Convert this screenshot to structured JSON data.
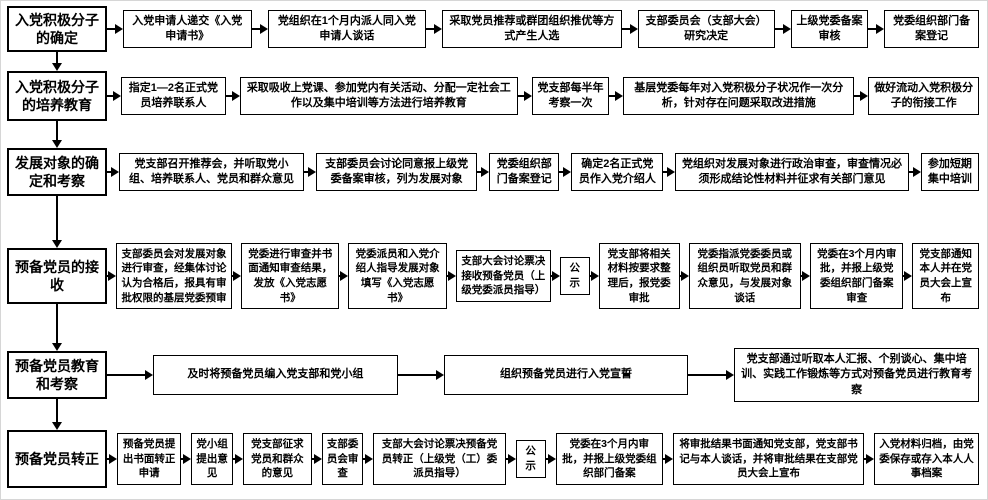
{
  "diagram": {
    "type": "flowchart",
    "line_color": "#000000",
    "background": "#ffffff",
    "rows": [
      {
        "stage": "入党积极分子的确定",
        "steps": [
          "入党申请人递交《入党申请书》",
          "党组织在1个月内派人同入党申请人谈话",
          "采取党员推荐或群团组织推优等方式产生人选",
          "支部委员会（支部大会）研究决定",
          "上级党委备案审核",
          "党委组织部门备案登记"
        ]
      },
      {
        "stage": "入党积极分子的培养教育",
        "steps": [
          "指定1—2名正式党员培养联系人",
          "采取吸收上党课、参加党内有关活动、分配一定社会工作以及集中培训等方法进行培养教育",
          "党支部每半年考察一次",
          "基层党委每年对入党积极分子状况作一次分析，针对存在问题采取改进措施",
          "做好流动入党积极分子的衔接工作"
        ]
      },
      {
        "stage": "发展对象的确定和考察",
        "steps": [
          "党支部召开推荐会，并听取党小组、培养联系人、党员和群众意见",
          "支部委员会讨论同意报上级党委备案审核，列为发展对象",
          "党委组织部门备案登记",
          "确定2名正式党员作入党介绍人",
          "党组织对发展对象进行政治审查，审查情况必须形成结论性材料并征求有关部门意见",
          "参加短期集中培训"
        ]
      },
      {
        "stage": "预备党员的接收",
        "steps": [
          "支部委员会对发展对象进行审查，经集体讨论认为合格后，报具有审批权限的基层党委预审",
          "党委进行审查并书面通知审查结果，发放《入党志愿书》",
          "党委派员和入党介绍人指导发展对象填写《入党志愿书》",
          "支部大会讨论票决接收预备党员（上级党委派员指导）",
          "公示",
          "党支部将相关材料按要求整理后，报党委审批",
          "党委指派党委委员或组织员听取党员和群众意见，与发展对象谈话",
          "党委在3个月内审批，并报上级党委组织部门备案审查",
          "党支部通知本人并在党员大会上宣布"
        ]
      },
      {
        "stage": "预备党员教育和考察",
        "steps": [
          "及时将预备党员编入党支部和党小组",
          "组织预备党员进行入党宣誓",
          "党支部通过听取本人汇报、个别谈心、集中培训、实践工作锻炼等方式对预备党员进行教育考察"
        ]
      },
      {
        "stage": "预备党员转正",
        "steps": [
          "预备党员提出书面转正申请",
          "党小组提出意见",
          "党支部征求党员和群众的意见",
          "支部委员会审查",
          "支部大会讨论票决预备党员转正（上级党（工）委派员指导）",
          "公示",
          "党委在3个月内审批，并报上级党委组织部门备案",
          "将审批结果书面通知党支部，党支部书记与本人谈话，并将审批结果在支部党员大会上宣布",
          "入党材料归档，由党委保存或存入本人人事档案"
        ]
      }
    ]
  }
}
